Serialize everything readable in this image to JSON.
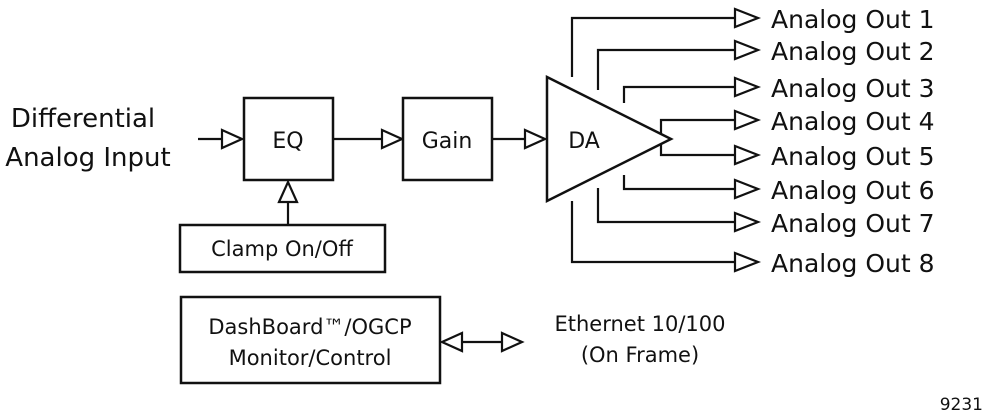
{
  "input_label": [
    "Differential",
    "Analog Input"
  ],
  "blocks": {
    "eq": "EQ",
    "gain": "Gain",
    "da": "DA",
    "clamp": "Clamp On/Off",
    "monitor": [
      "DashBoard™/OGCP",
      "Monitor/Control"
    ]
  },
  "outputs": [
    "Analog Out 1",
    "Analog Out 2",
    "Analog Out 3",
    "Analog Out 4",
    "Analog Out 5",
    "Analog Out 6",
    "Analog Out 7",
    "Analog Out 8"
  ],
  "ethernet_label": [
    "Ethernet 10/100",
    "(On Frame)"
  ],
  "figure_number": "9231"
}
